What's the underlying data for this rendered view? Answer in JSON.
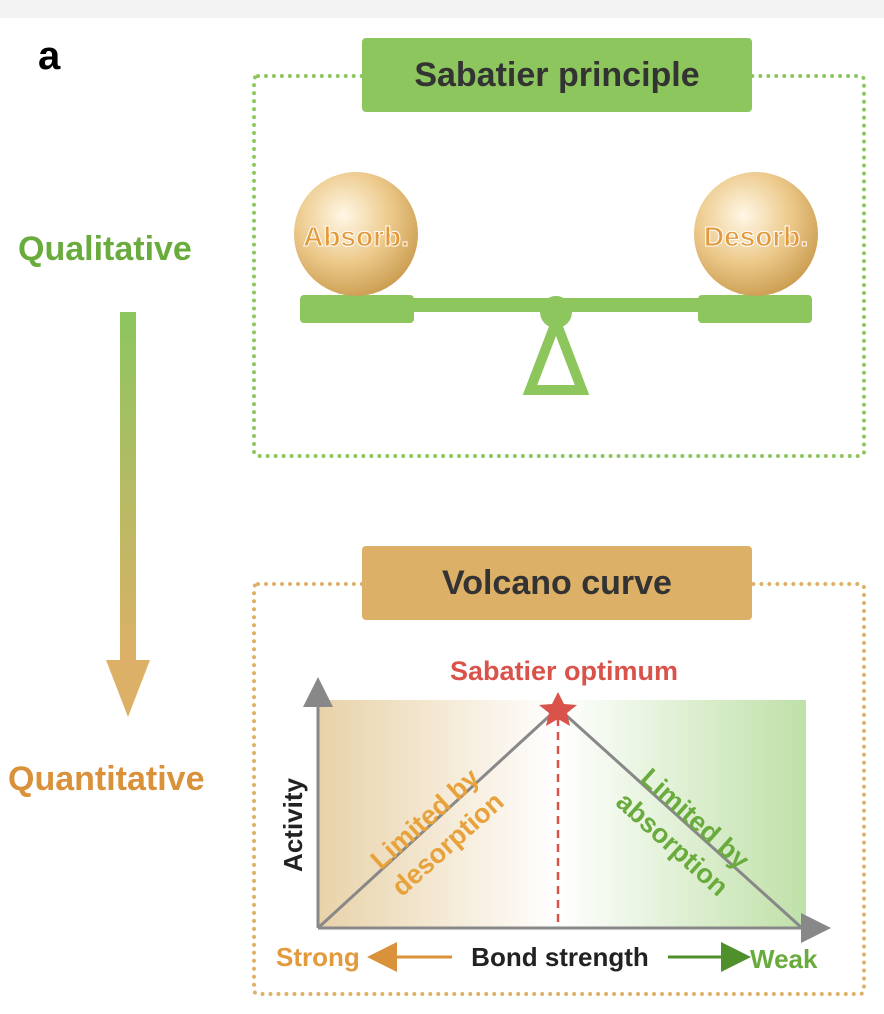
{
  "panel_label": "a",
  "side": {
    "top_label": "Qualitative",
    "bottom_label": "Quantitative"
  },
  "top_box": {
    "title": "Sabatier principle",
    "left_ball": "Absorb.",
    "right_ball": "Desorb."
  },
  "bottom_box": {
    "title": "Volcano curve",
    "optimum_label": "Sabatier optimum",
    "y_label": "Activity",
    "left_region_line1": "Limited by",
    "left_region_line2": "desorption",
    "right_region_line1": "Limited by",
    "right_region_line2": "absorption",
    "x_left": "Strong",
    "x_center": "Bond strength",
    "x_right": "Weak"
  },
  "colors": {
    "green": "#8cc65d",
    "dark_green": "#6aab3e",
    "gold": "#ddb067",
    "orange": "#d9913a",
    "red": "#d9534a",
    "gray": "#888888"
  }
}
